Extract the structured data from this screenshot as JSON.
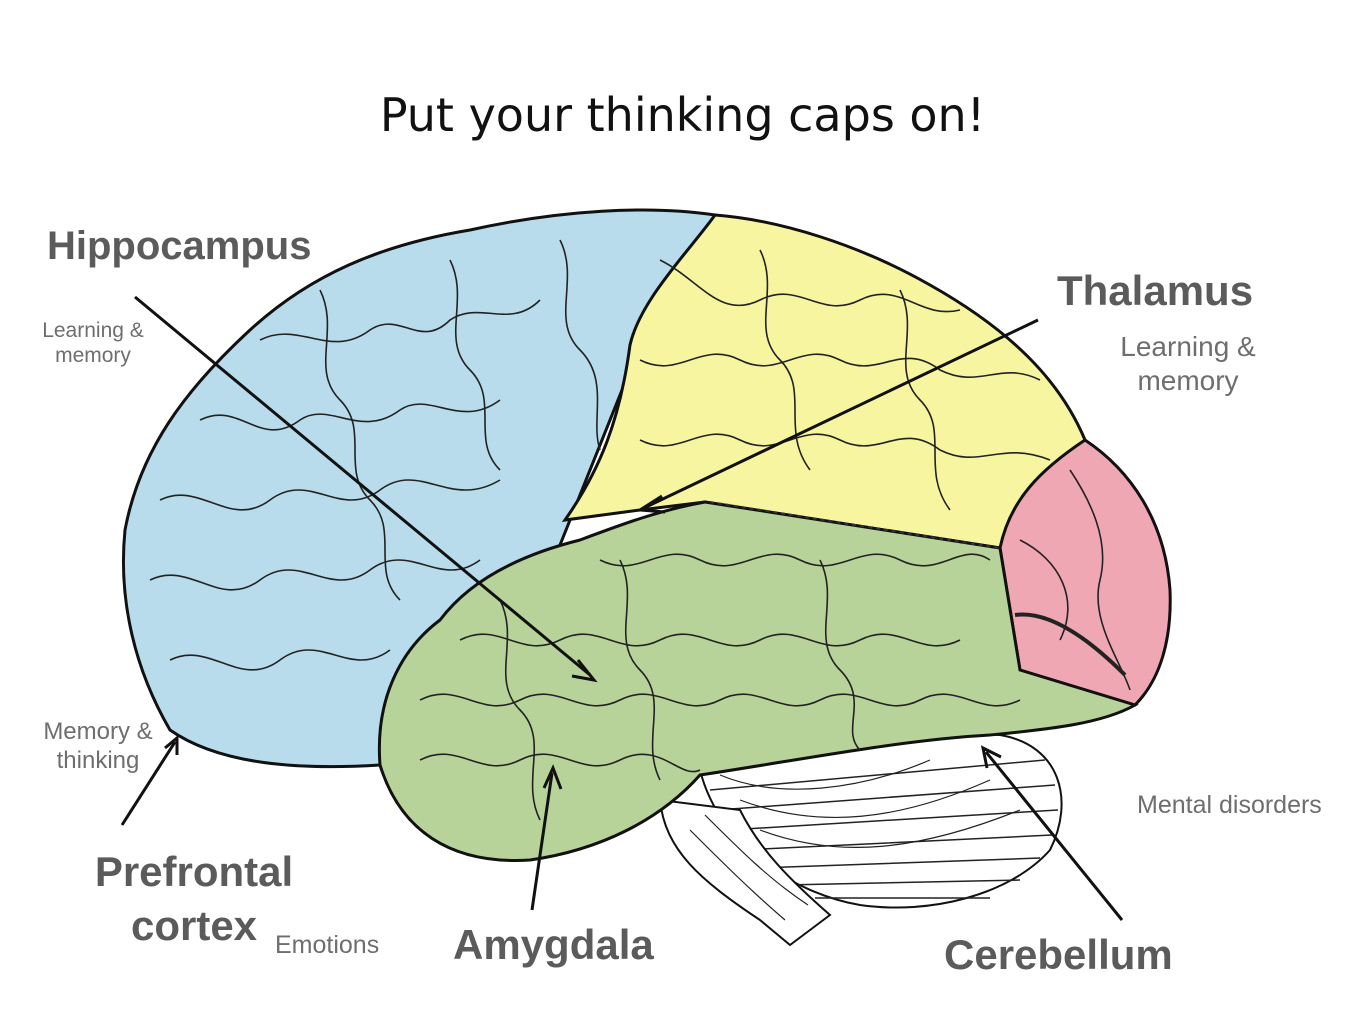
{
  "title": "Put your thinking caps on!",
  "labels": {
    "hippocampus": "Hippocampus",
    "thalamus": "Thalamus",
    "prefrontal_line1": "Prefrontal",
    "prefrontal_line2": "cortex",
    "amygdala": "Amygdala",
    "cerebellum": "Cerebellum"
  },
  "notes": {
    "hippocampus_note_line1": "Learning &",
    "hippocampus_note_line2": "memory",
    "thalamus_note_line1": "Learning &",
    "thalamus_note_line2": "memory",
    "prefrontal_note_line1": "Memory &",
    "prefrontal_note_line2": "thinking",
    "amygdala_note": "Emotions",
    "cerebellum_note": "Mental disorders"
  },
  "colors": {
    "frontal_lobe": "#b8dcec",
    "parietal_lobe": "#f8f5a0",
    "temporal_lobe": "#b8d39a",
    "occipital_lobe": "#f0a7b4",
    "cerebellum": "#ffffff",
    "label_text": "#5b5b5b",
    "note_text": "#6e6e6e"
  }
}
